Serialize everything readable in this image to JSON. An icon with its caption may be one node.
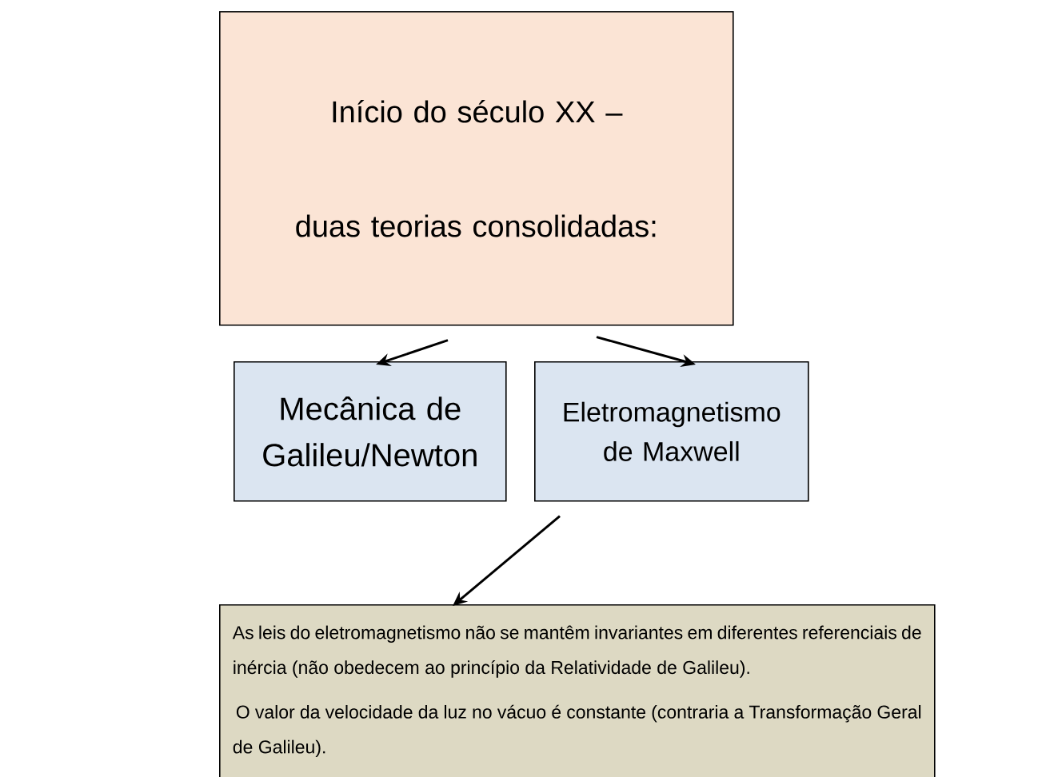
{
  "diagram": {
    "nodes": [
      {
        "text": [
          "Início do século XX –",
          "duas teorias consolidadas:"
        ]
      },
      {
        "text": [
          "Mecânica de Galileu/Newton"
        ]
      },
      {
        "text": [
          "Eletromagnetismo de Maxwell"
        ]
      },
      {
        "text": [
          "As leis do eletromagnetismo não se mantêm invariantes em diferentes referenciais de inércia (não obedecem ao princípio da Relatividade de Galileu).",
          "O valor da velocidade da luz no vácuo é constante (contraria a Transformação Geral de Galileu)."
        ]
      }
    ],
    "edges": [
      {
        "from": 0,
        "to": 1,
        "arrow": "to"
      },
      {
        "from": 0,
        "to": 2,
        "arrow": "to"
      },
      {
        "from": 2,
        "to": 3,
        "arrow": "to"
      }
    ]
  }
}
